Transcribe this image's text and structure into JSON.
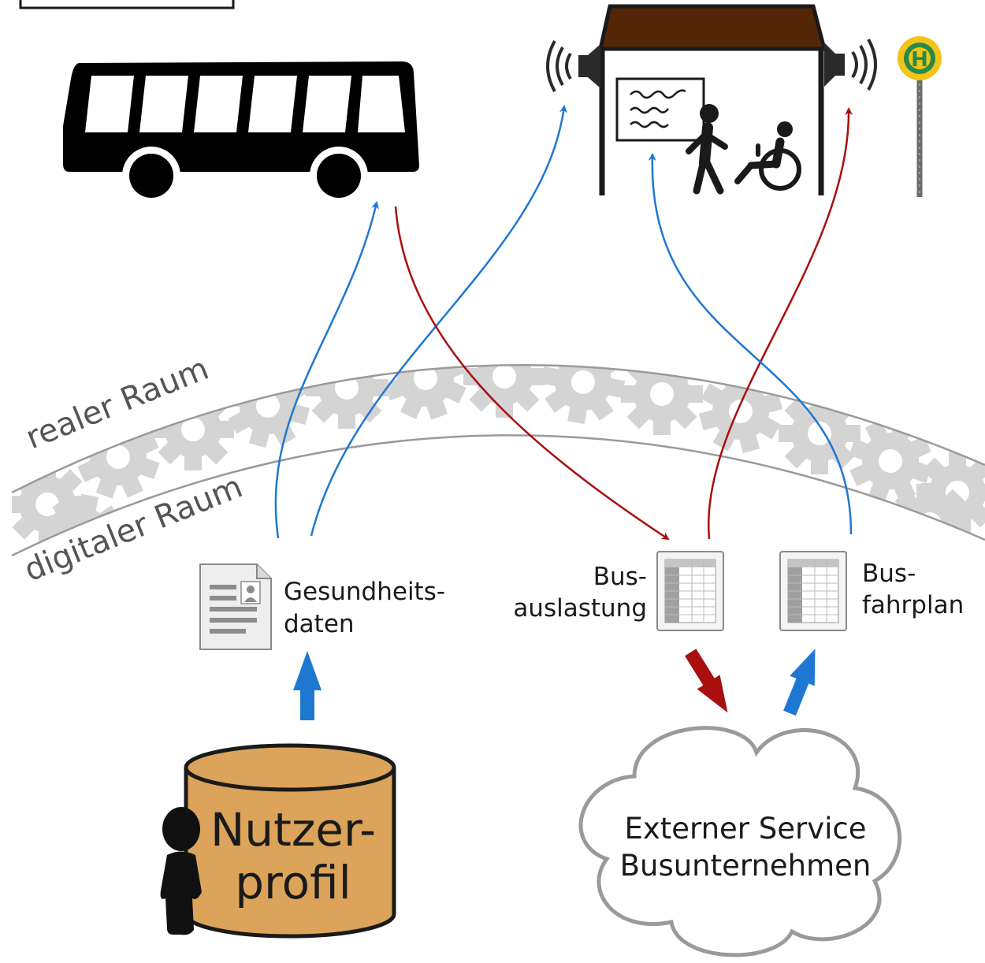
{
  "band": {
    "real_label": "realer Raum",
    "digital_label": "digitaler Raum"
  },
  "documents": {
    "health": {
      "line1": "Gesundheits-",
      "line2": "daten"
    },
    "load": {
      "line1": "Bus-",
      "line2": "auslastung"
    },
    "schedule": {
      "line1": "Bus-",
      "line2": "fahrplan"
    }
  },
  "profile": {
    "line1": "Nutzer-",
    "line2": "profil"
  },
  "service": {
    "line1": "Externer Service",
    "line2": "Busunternehmen"
  },
  "bus_stop_sign": {
    "letter": "H"
  },
  "colors": {
    "blue_arrow": "#1e78d2",
    "red_arrow": "#a80f0f",
    "gear_band": "#d4d4d4",
    "database": "#dca45a",
    "shelter_roof": "#552507",
    "stop_sign_ring": "#f0c419",
    "stop_sign_center": "#27894a"
  }
}
